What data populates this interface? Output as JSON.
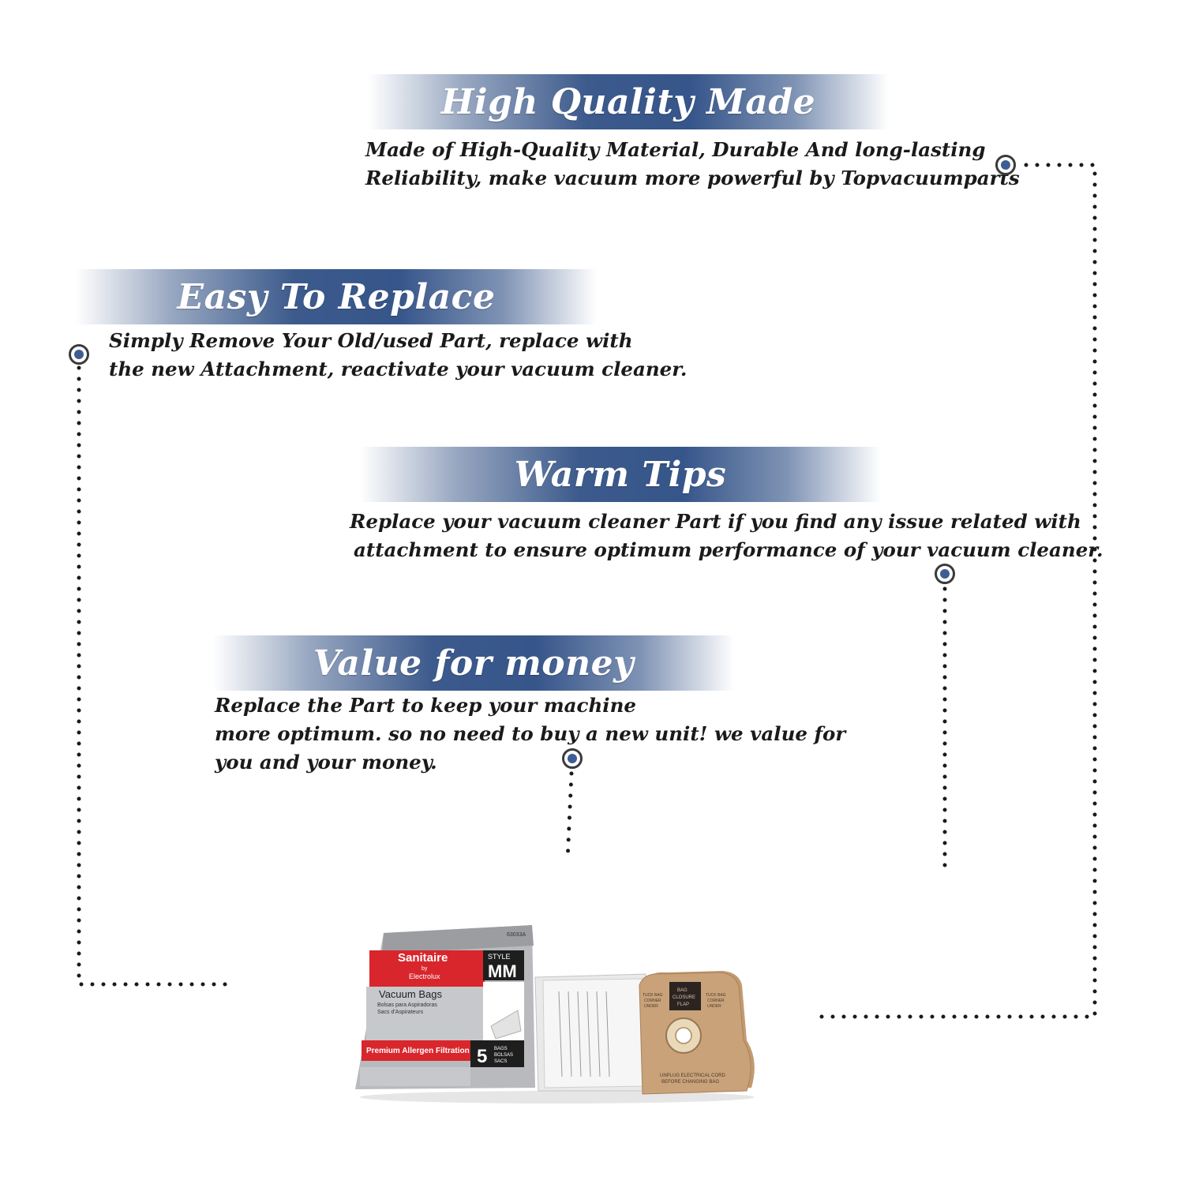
{
  "sections": [
    {
      "title": "High Quality Made",
      "lines": [
        "Made of  High-Quality Material, Durable And long-lasting",
        "Reliability, make vacuum more powerful by Topvacuumparts"
      ]
    },
    {
      "title": "Easy To Replace",
      "lines": [
        "Simply Remove Your Old/used Part, replace with",
        "the new Attachment, reactivate your vacuum cleaner."
      ]
    },
    {
      "title": "Warm Tips",
      "lines": [
        "Replace your vacuum cleaner Part if you find any issue related with",
        "attachment to ensure optimum performance of your vacuum cleaner."
      ]
    },
    {
      "title": "Value for money",
      "lines": [
        "Replace the Part to keep your machine",
        "more optimum. so no need to buy a new unit! we value for",
        "you and your money."
      ]
    }
  ],
  "product": {
    "brand": "Sanitaire",
    "by": "by",
    "maker": "Electrolux",
    "code": "63033A",
    "style_label": "STYLE",
    "style": "MM",
    "name": "Vacuum Bags",
    "name_es": "Bolsas para Aspiradoras",
    "name_fr": "Sacs d'Aspirateurs",
    "filtration": "Premium Allergen Filtration",
    "count": "5",
    "count_units": [
      "BAGS",
      "BOLSAS",
      "SACS"
    ],
    "flap": [
      "BAG",
      "CLOSURE",
      "FLAP"
    ],
    "tuck_left": [
      "TUCK BAG",
      "CORNER",
      "UNDER"
    ],
    "tuck_right": [
      "TUCK BAG",
      "CORNER",
      "UNDER"
    ],
    "warning": [
      "UNPLUG ELECTRICAL CORD",
      "BEFORE CHANGING BAG"
    ]
  },
  "colors": {
    "banner": "#3c5a8c",
    "marker": "#3f5d93",
    "text": "#1a1a1a",
    "dots": "#1a1a1a",
    "package_red": "#d8262c",
    "bag_kraft": "#c9a27a"
  }
}
